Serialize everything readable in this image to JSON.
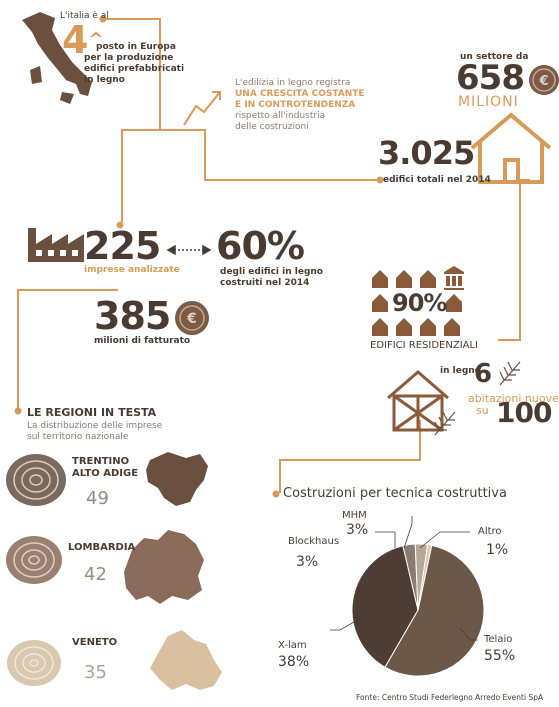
{
  "intro": {
    "line1": "L'italia è al",
    "rank": "4",
    "rank_sup": "^",
    "line2": "posto in Europa",
    "line3": "per la produzione",
    "line4": "edifici prefabbricati",
    "line5": "in legno"
  },
  "growth": {
    "line1": "L'edilizia in legno registra",
    "line2": "UNA CRESCITA COSTANTE",
    "line3": "E IN CONTROTENDENZA",
    "line4": "rispetto all'industria",
    "line5": "delle costruzioni"
  },
  "sector": {
    "label": "un settore da",
    "value": "658",
    "unit": "MILIONI"
  },
  "buildings": {
    "value": "3.025",
    "label": "edifici totali nel 2014"
  },
  "firms": {
    "value": "225",
    "label": "imprese analizzate"
  },
  "share": {
    "value": "60%",
    "line1": "degli edifici in legno",
    "line2": "costruiti nel 2014"
  },
  "turnover": {
    "value": "385",
    "label": "milioni di fatturato"
  },
  "residential": {
    "value": "90%",
    "label": "EDIFICI RESIDENZIALI"
  },
  "homes": {
    "prefix": "in legno",
    "value": "6",
    "line1": "abitazioni nuove",
    "line2": "su",
    "total": "100"
  },
  "regions": {
    "title": "LE REGIONI IN TESTA",
    "subtitle1": "La distribuzione delle imprese",
    "subtitle2": "sul territorio nazionale",
    "items": [
      {
        "name1": "TRENTINO",
        "name2": "ALTO ADIGE",
        "value": "49"
      },
      {
        "name1": "LOMBARDIA",
        "name2": "",
        "value": "42"
      },
      {
        "name1": "VENETO",
        "name2": "",
        "value": "35"
      }
    ]
  },
  "colors": {
    "orange": "#d89a5a",
    "dark": "#4a3b32",
    "telaio": "#6b5848",
    "xlam": "#4d3d33",
    "blockhaus": "#8c7b70",
    "mhm": "#b8a898",
    "altro": "#d8c8b0"
  },
  "source": "Fonte: Centro Studi Federlegno Arredo Eventi SpA",
  "chart_data": {
    "type": "pie",
    "title": "Costruzioni per tecnica costruttiva",
    "categories": [
      "Telaio",
      "X-lam",
      "Blockhaus",
      "MHM",
      "Altro"
    ],
    "values": [
      55,
      38,
      3,
      3,
      1
    ],
    "labels": [
      "55%",
      "38%",
      "3%",
      "3%",
      "1%"
    ]
  }
}
